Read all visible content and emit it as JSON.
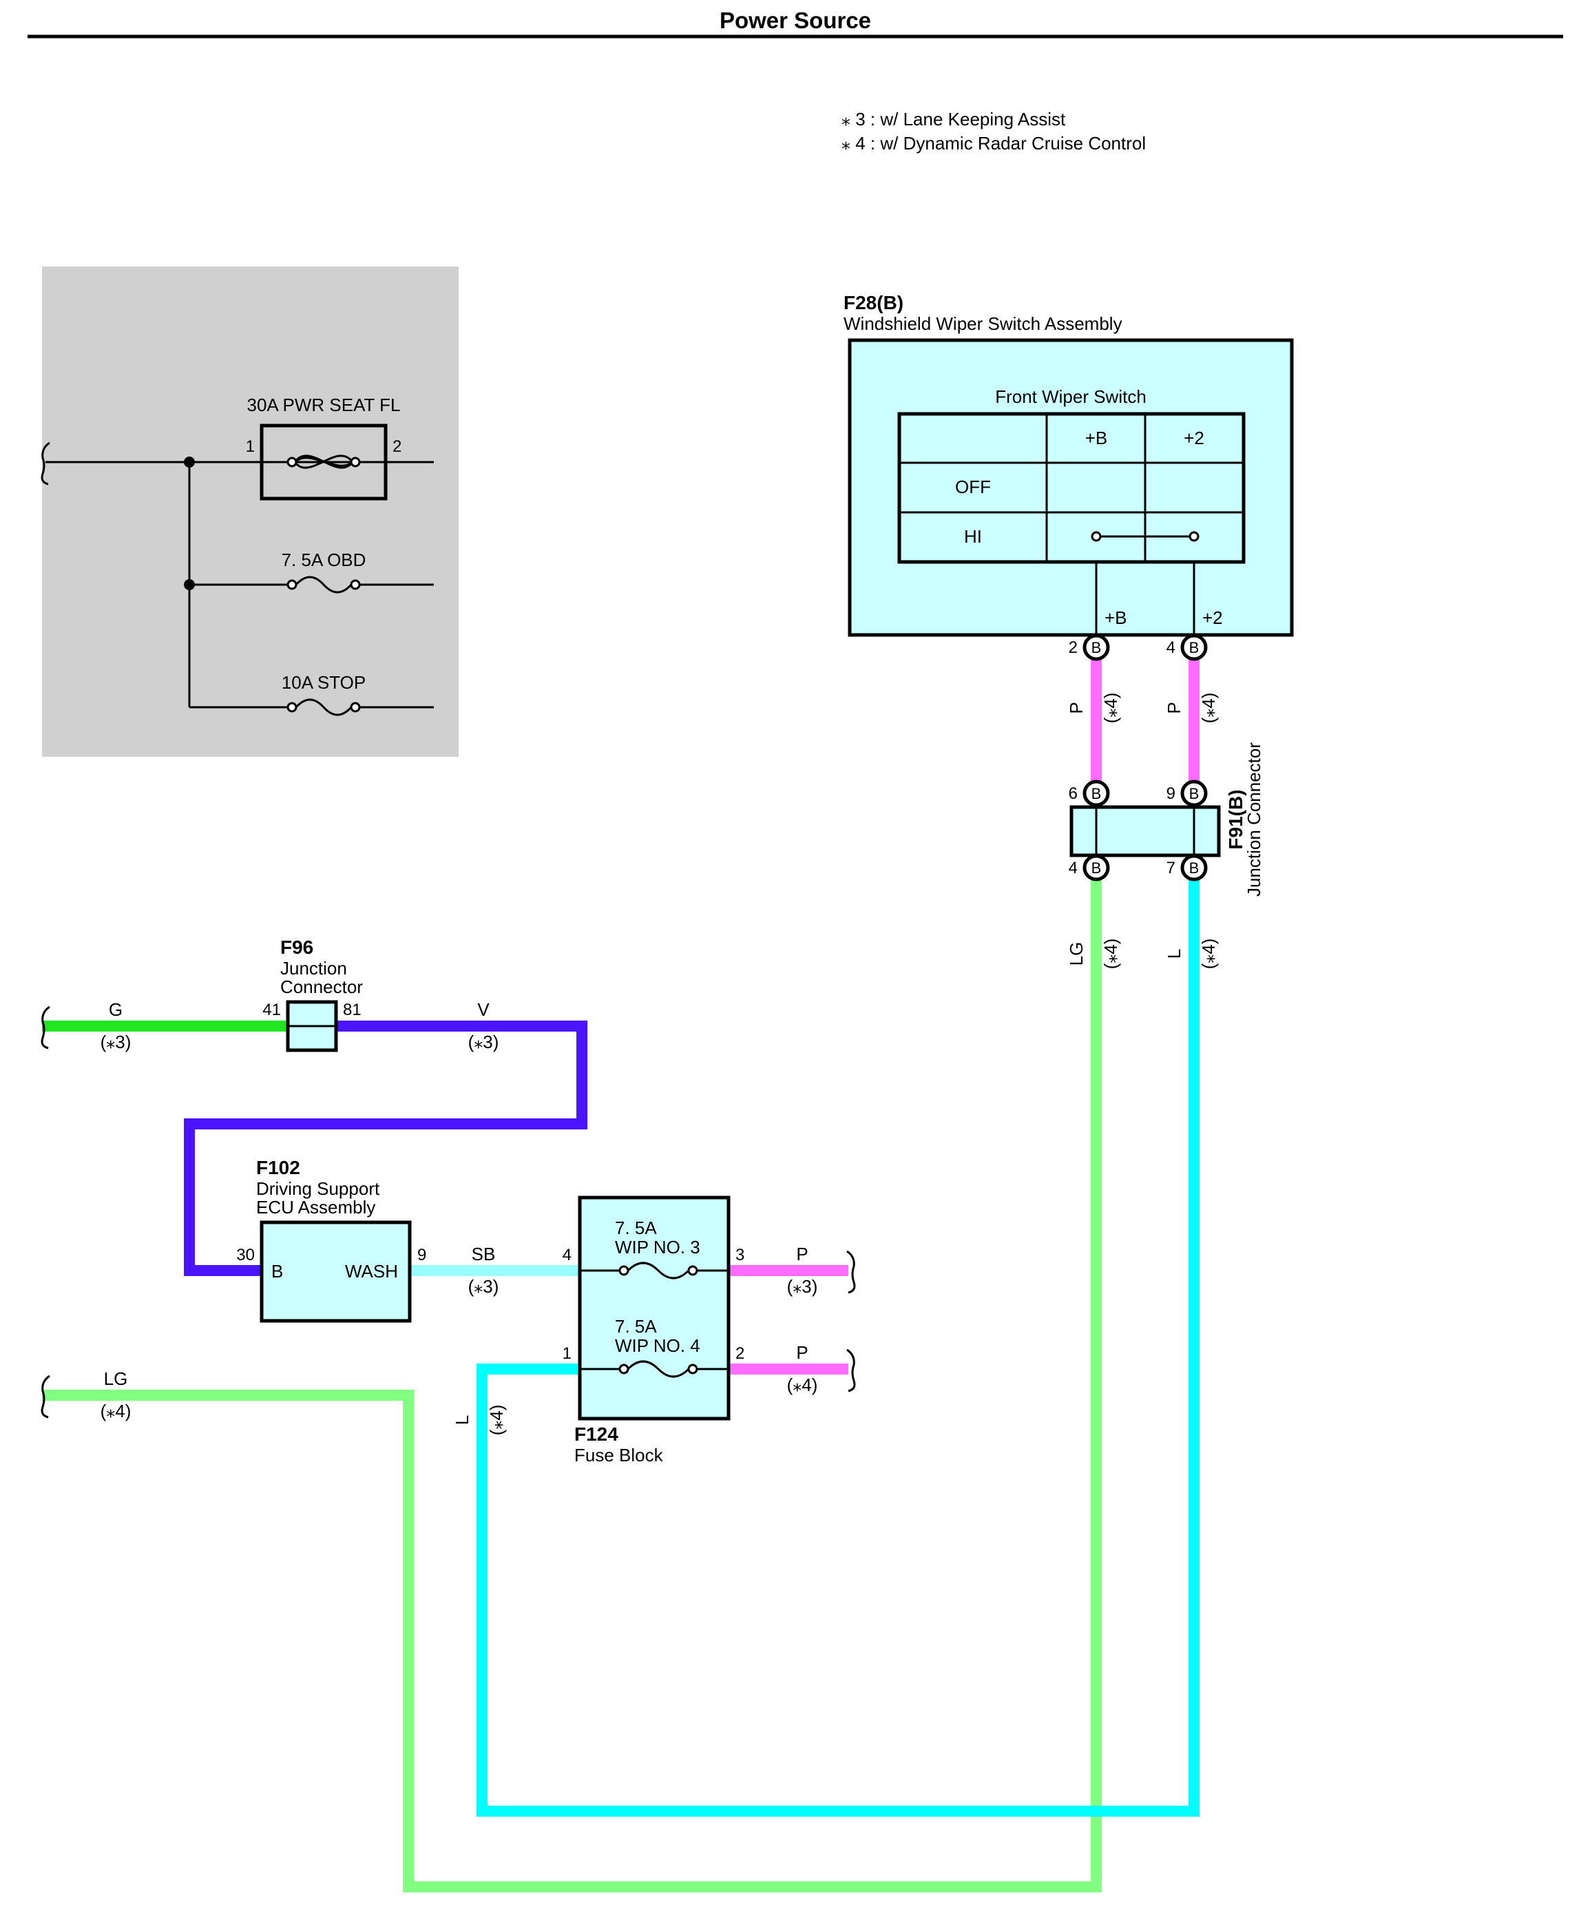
{
  "page_title": "Power Source",
  "notes": [
    "⁎ 3 : w/ Lane Keeping Assist",
    "⁎ 4 : w/ Dynamic Radar Cruise Control"
  ],
  "colors": {
    "pink": "#ff6cff",
    "light_green": "#80ff80",
    "green": "#22e622",
    "violet": "#4b14ff",
    "cyan": "#00ffff",
    "sky_blue": "#9cffff",
    "component_fill": "#ccffff",
    "fuse_box_fill": "#d0d0d0"
  },
  "fuse_box": {
    "fuses": [
      {
        "label": "30A PWR SEAT FL",
        "pin_left": "1",
        "pin_right": "2"
      },
      {
        "label": "7. 5A OBD"
      },
      {
        "label": "10A STOP"
      }
    ]
  },
  "f28": {
    "code": "F28(B)",
    "name": "Windshield Wiper Switch Assembly",
    "switch_title": "Front Wiper Switch",
    "col_headers": [
      "+B",
      "+2"
    ],
    "rows": [
      "OFF",
      "HI"
    ],
    "term_labels": [
      "+B",
      "+2"
    ],
    "pins": [
      {
        "num": "2",
        "conn": "B"
      },
      {
        "num": "4",
        "conn": "B"
      }
    ]
  },
  "f91": {
    "code": "F91(B)",
    "name": "Junction Connector",
    "pins_top": [
      {
        "num": "6",
        "conn": "B"
      },
      {
        "num": "9",
        "conn": "B"
      }
    ],
    "pins_bottom": [
      {
        "num": "4",
        "conn": "B"
      },
      {
        "num": "7",
        "conn": "B"
      }
    ]
  },
  "f96": {
    "code": "F96",
    "name_line1": "Junction",
    "name_line2": "Connector",
    "pin_left": "41",
    "pin_right": "81"
  },
  "f102": {
    "code": "F102",
    "name_line1": "Driving Support",
    "name_line2": "ECU Assembly",
    "pin_b_num": "30",
    "pin_b_label": "B",
    "pin_wash_num": "9",
    "pin_wash_label": "WASH"
  },
  "f124": {
    "code": "F124",
    "name": "Fuse Block",
    "fuse_top": {
      "amp": "7. 5A",
      "name": "WIP NO. 3",
      "pin_in": "4",
      "pin_out": "3"
    },
    "fuse_bottom": {
      "amp": "7. 5A",
      "name": "WIP NO. 4",
      "pin_in": "1",
      "pin_out": "2"
    }
  },
  "wires": {
    "w_p_left": {
      "color": "P",
      "cond": "(⁎4)"
    },
    "w_p_right": {
      "color": "P",
      "cond": "(⁎4)"
    },
    "w_lg_v": {
      "color": "LG",
      "cond": "(⁎4)"
    },
    "w_l_v": {
      "color": "L",
      "cond": "(⁎4)"
    },
    "w_g": {
      "color": "G",
      "cond": "(⁎3)"
    },
    "w_v": {
      "color": "V",
      "cond": "(⁎3)"
    },
    "w_sb": {
      "color": "SB",
      "cond": "(⁎3)"
    },
    "w_p3": {
      "color": "P",
      "cond": "(⁎3)"
    },
    "w_p4": {
      "color": "P",
      "cond": "(⁎4)"
    },
    "w_l_f124": {
      "color": "L",
      "cond": "(⁎4)"
    },
    "w_lg_left": {
      "color": "LG",
      "cond": "(⁎4)"
    }
  }
}
